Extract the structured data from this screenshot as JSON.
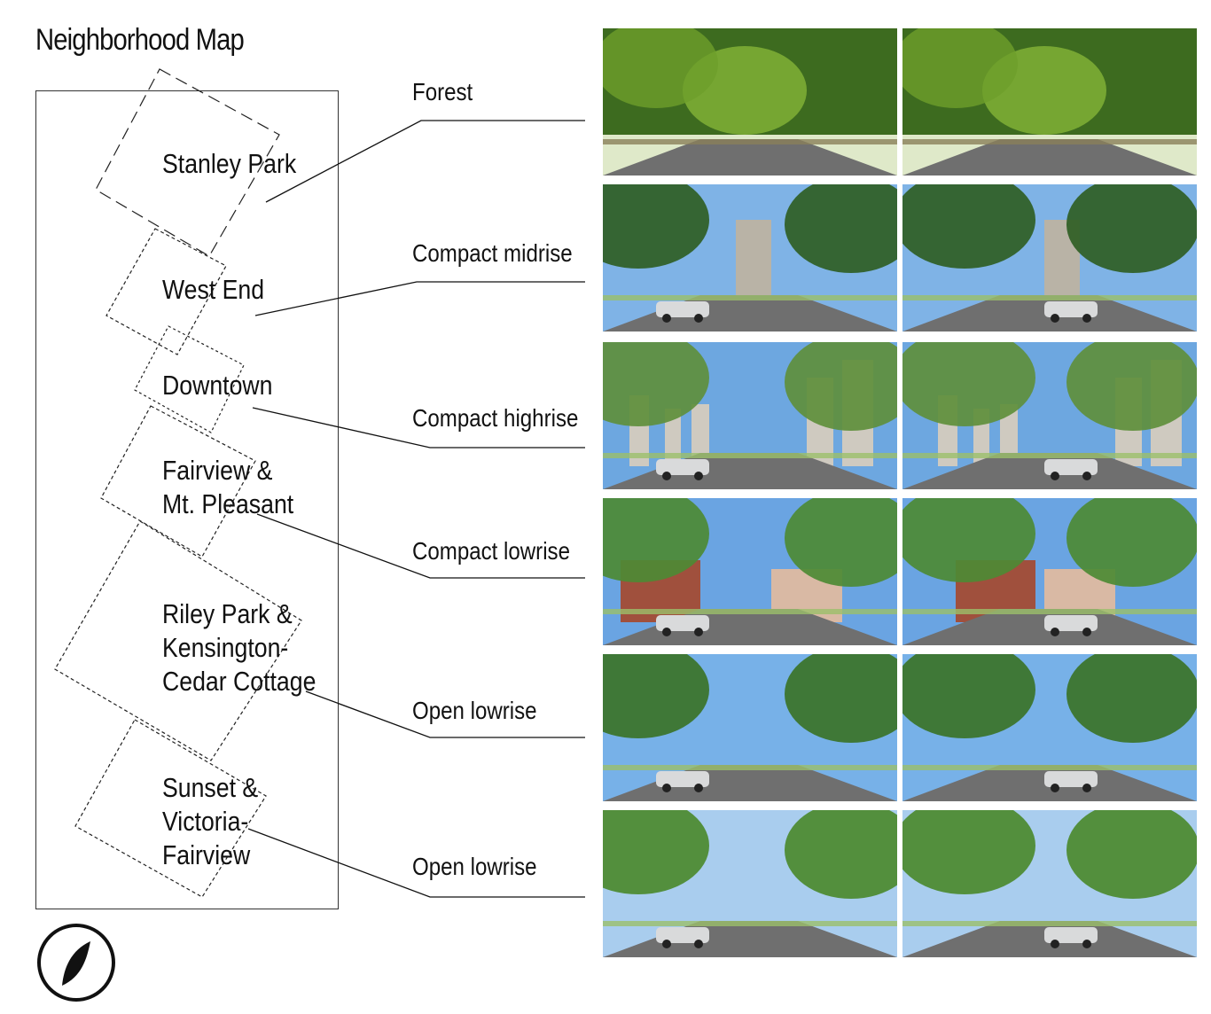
{
  "title": "Neighborhood Map",
  "neighborhoods": [
    {
      "label_lines": [
        "Stanley Park"
      ]
    },
    {
      "label_lines": [
        "West End"
      ]
    },
    {
      "label_lines": [
        "Downtown"
      ]
    },
    {
      "label_lines": [
        "Fairview &",
        "Mt. Pleasant"
      ]
    },
    {
      "label_lines": [
        "Riley Park &",
        "Kensington-",
        "Cedar Cottage"
      ]
    },
    {
      "label_lines": [
        "Sunset &",
        "Victoria-",
        "Fairview"
      ]
    }
  ],
  "categories": [
    "Forest",
    "Compact midrise",
    "Compact highrise",
    "Compact lowrise",
    "Open lowrise",
    "Open lowrise"
  ],
  "photo_themes": [
    {
      "sky": "#dfe9c9",
      "foliage": "#3d6b1f",
      "accent": "#8fbf3a"
    },
    {
      "sky": "#7fb3e6",
      "foliage": "#2f5e24",
      "accent": "#b9b3a6"
    },
    {
      "sky": "#6da7e0",
      "foliage": "#5f8f3c",
      "accent": "#cfcac0"
    },
    {
      "sky": "#6aa4e2",
      "foliage": "#4d8a34",
      "accent": "#a0503d"
    },
    {
      "sky": "#77b1e8",
      "foliage": "#3b7327",
      "accent": "#c6c7c9"
    },
    {
      "sky": "#a9cdee",
      "foliage": "#4c8a2e",
      "accent": "#d8d8d4"
    }
  ],
  "compass_icon": "compass-icon"
}
